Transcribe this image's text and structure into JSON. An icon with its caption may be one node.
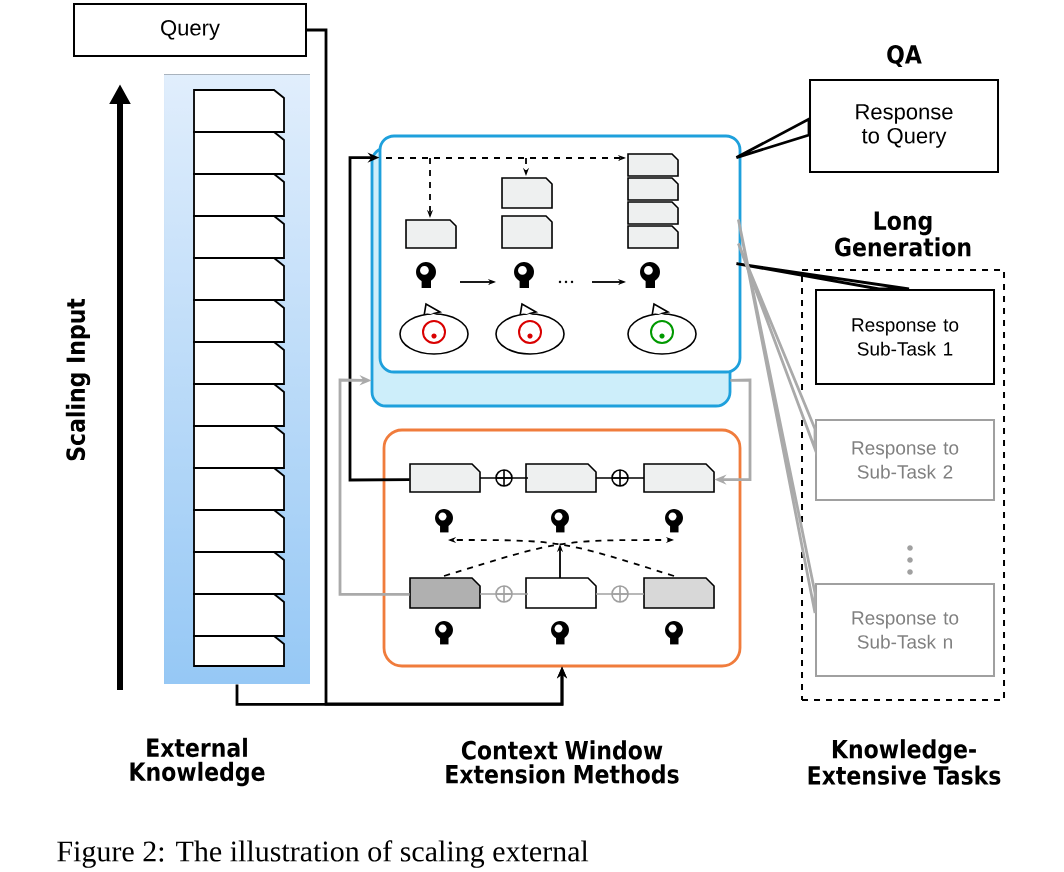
{
  "diagram": {
    "caption": "Figure 2: The illustration of scaling external",
    "nodes": [
      {
        "text": [
          "Query"
        ]
      },
      {
        "text": [
          "External Knowledge"
        ]
      },
      {
        "text": [],
        "shape": "box"
      },
      {
        "text": [
          "Context Window Extension Methods"
        ]
      },
      {
        "text": [
          "QA",
          "Response to Query"
        ]
      },
      {
        "text": [
          "Long Generation"
        ]
      },
      {
        "text": [
          "Response to Sub-Task 1"
        ],
        "in": 5
      },
      {
        "text": [
          "Response to Sub-Task 2"
        ],
        "in": 5
      },
      {
        "text": [
          "Response to Sub-Task n"
        ],
        "in": 5
      }
    ],
    "edges": [
      {
        "from": 0,
        "to": 3,
        "arrow": "to"
      },
      {
        "from": 1,
        "to": 3,
        "arrow": "to"
      },
      {
        "from": 3,
        "to": 2,
        "arrow": "to"
      },
      {
        "from": 3,
        "to": 2,
        "arrow": "to",
        "color": "#aaaaaa"
      },
      {
        "from": 2,
        "to": 3,
        "arrow": "to",
        "color": "#aaaaaa"
      },
      {
        "from": 2,
        "to": 4,
        "arrow": "none"
      },
      {
        "from": 2,
        "to": 6,
        "arrow": "none"
      },
      {
        "from": 2,
        "to": 7,
        "arrow": "none",
        "color": "#aaaaaa"
      },
      {
        "from": 2,
        "to": 8,
        "arrow": "none",
        "color": "#aaaaaa"
      }
    ],
    "labels": [
      "Scaling Input",
      "Knowledge-Extensive Tasks"
    ]
  }
}
